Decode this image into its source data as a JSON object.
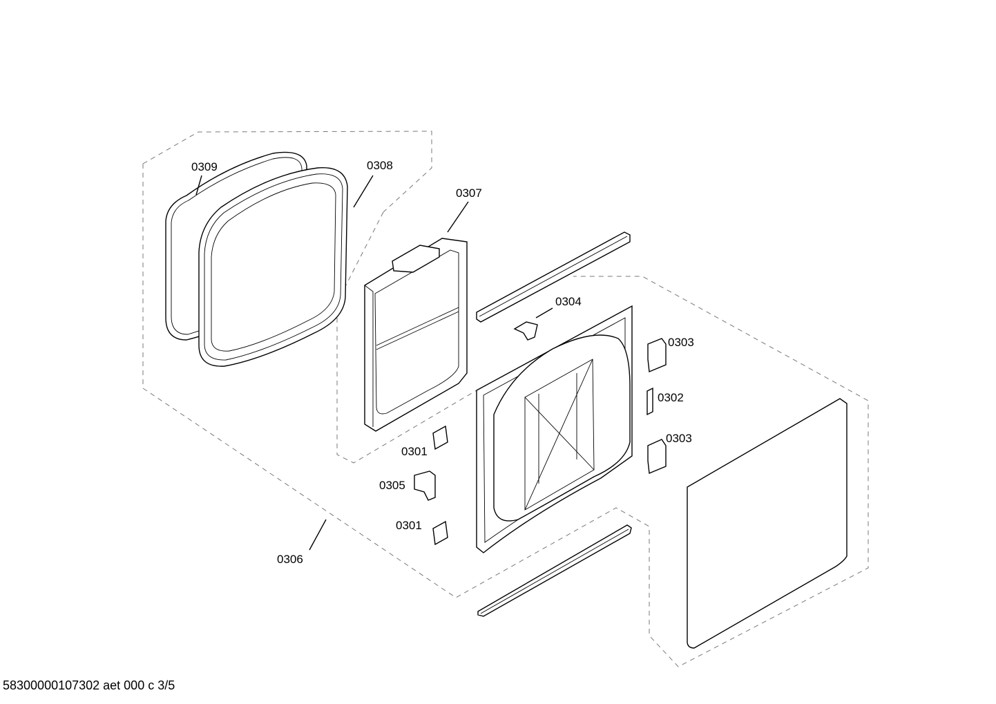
{
  "labels": {
    "p0309": "0309",
    "p0308": "0308",
    "p0307": "0307",
    "p0304": "0304",
    "p0303a": "0303",
    "p0302": "0302",
    "p0303b": "0303",
    "p0301a": "0301",
    "p0305": "0305",
    "p0301b": "0301",
    "p0306": "0306"
  },
  "footer": "58300000107302 aet 000 c 3/5"
}
